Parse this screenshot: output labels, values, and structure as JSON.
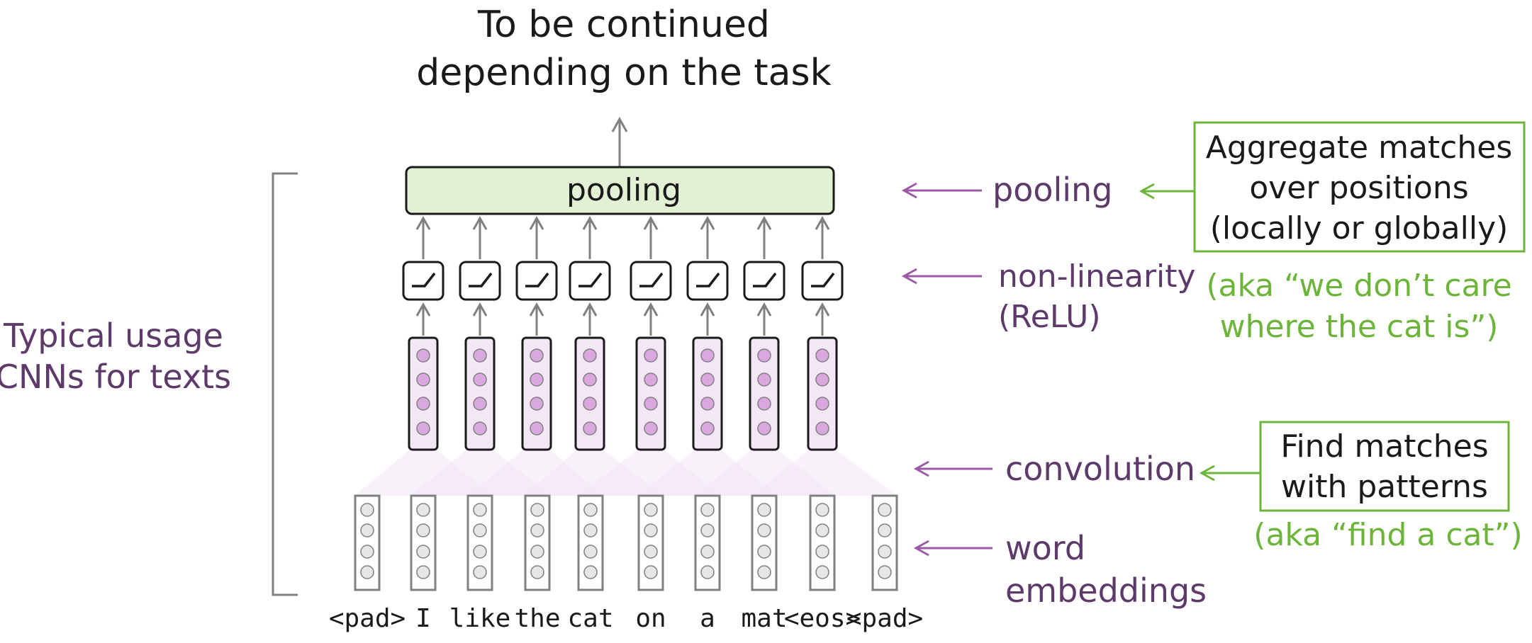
{
  "top_text": {
    "line1": "To be continued",
    "line2": "depending on the task"
  },
  "side_label": {
    "line1": "Typical usage",
    "line2": "CNNs for texts"
  },
  "pooling_box_label": "pooling",
  "layer_labels": {
    "pooling": "pooling",
    "nonlinearity_line1": "non-linearity",
    "nonlinearity_line2": "(ReLU)",
    "convolution": "convolution",
    "embeddings_line1": "word",
    "embeddings_line2": "embeddings"
  },
  "aggregate_note": {
    "line1": "Aggregate matches",
    "line2": "over positions",
    "line3": "(locally or globally)",
    "aka_line1": "(aka “we don’t care",
    "aka_line2": "where the cat is”)"
  },
  "find_note": {
    "line1": "Find matches",
    "line2": "with patterns",
    "aka": "(aka “find a cat”)"
  },
  "tokens": [
    "<pad>",
    "I",
    "like",
    "the",
    "cat",
    "on",
    "a",
    "mat",
    "<eos>",
    "<pad>"
  ],
  "colors": {
    "purple": "#9b59a6",
    "purple_text": "#5e3a6b",
    "green": "#6cb53a",
    "pooling_fill": "#e2f0d4",
    "conv_fill": "#f3e6f5",
    "neuron_fill": "#d9a8de",
    "embed_fill": "#e6e6e6",
    "gray": "#808080"
  },
  "icons": {
    "relu": "relu-activation-icon",
    "arrow": "arrow-left-icon"
  }
}
